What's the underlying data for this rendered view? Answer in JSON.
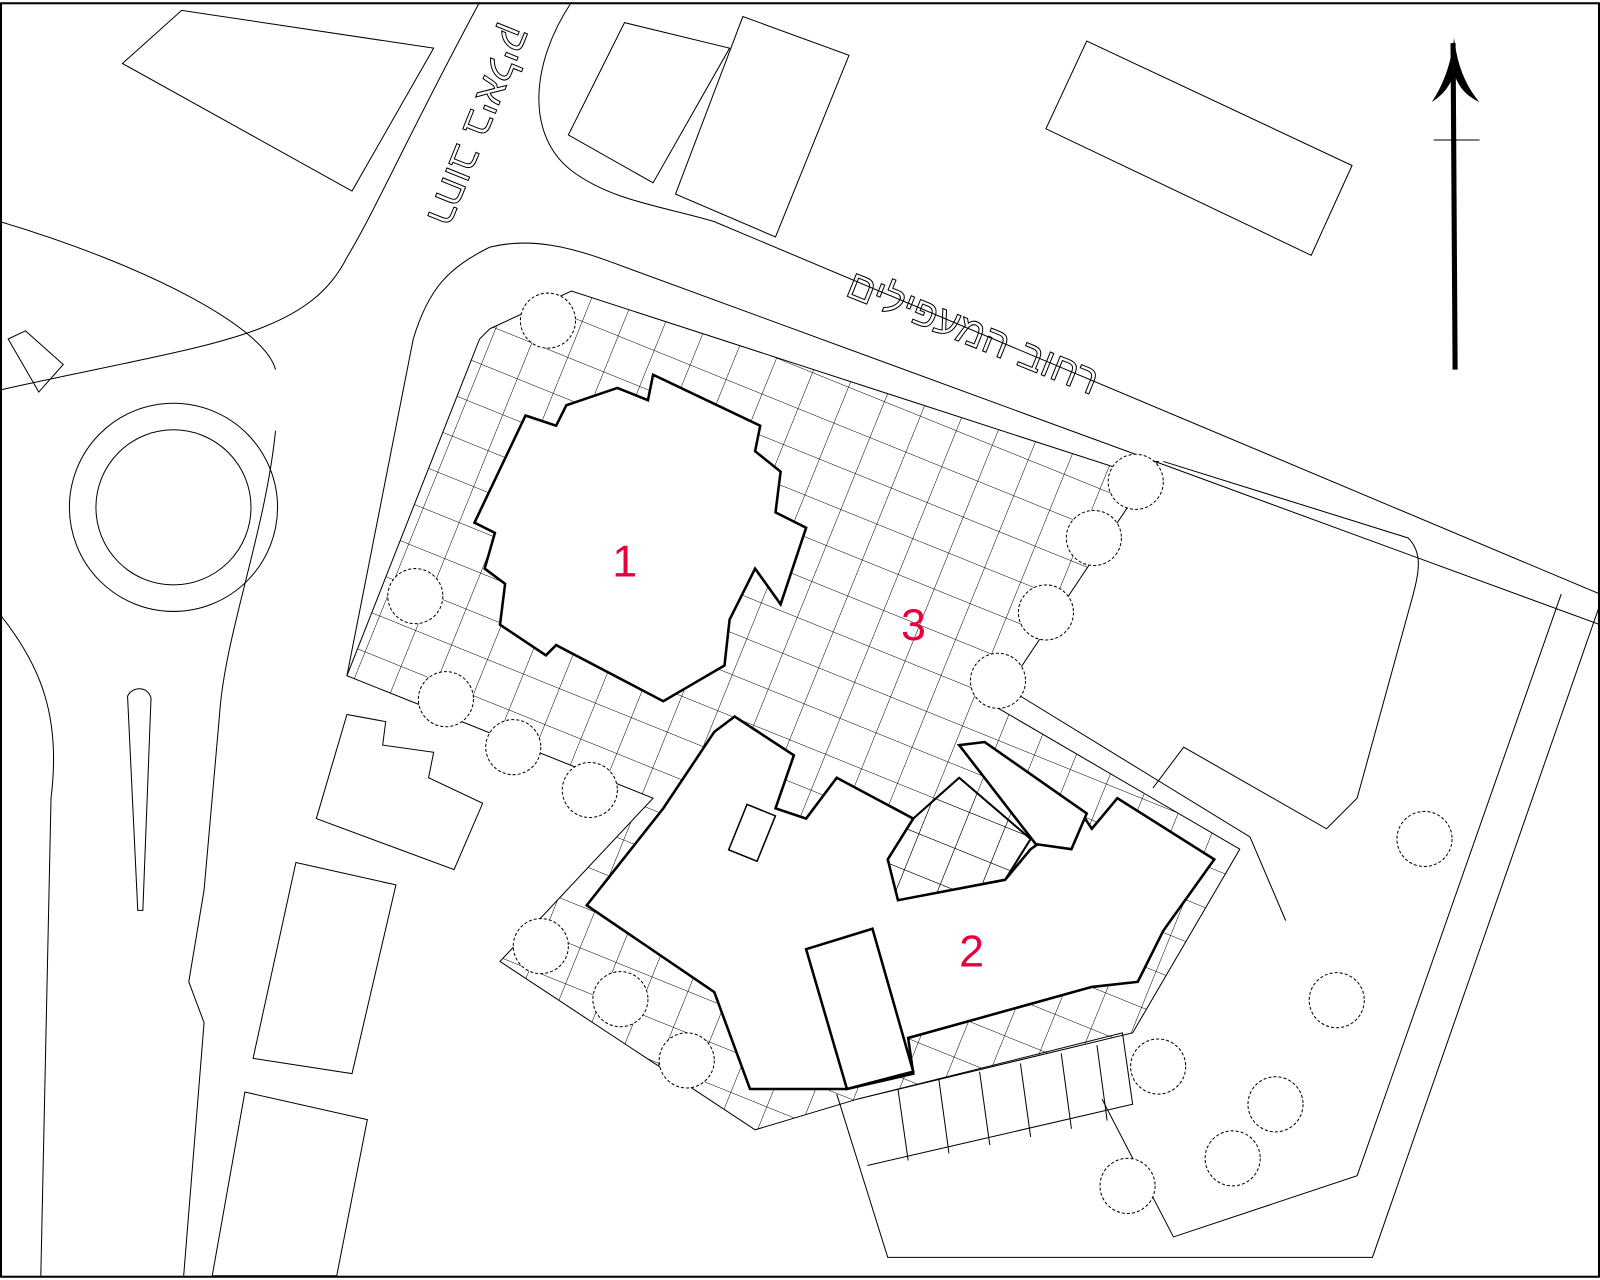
{
  "streets": {
    "hamaapilim": "רחוב המעפילים",
    "bialik": "רחוב ביאליק"
  },
  "buildings": [
    {
      "label": "1"
    },
    {
      "label": "2"
    },
    {
      "label": "3"
    }
  ],
  "colors": {
    "building_label": "#e8003c",
    "lines": "#000000",
    "background": "#ffffff"
  },
  "icons": {
    "north_arrow": "north-arrow-icon"
  }
}
